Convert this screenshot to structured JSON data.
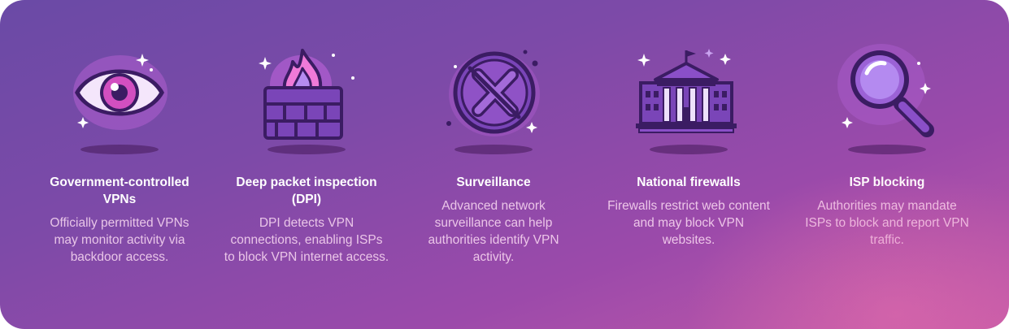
{
  "items": [
    {
      "title": "Government-controlled VPNs",
      "description": "Officially permitted VPNs may monitor activity via backdoor access.",
      "icon": "eye-icon"
    },
    {
      "title": "Deep packet inspection (DPI)",
      "description": "DPI detects VPN connections, enabling ISPs to block VPN internet access.",
      "icon": "firewall-flame-icon"
    },
    {
      "title": "Surveillance",
      "description": "Advanced network surveillance can help authorities identify VPN activity.",
      "icon": "blocked-circle-icon"
    },
    {
      "title": "National firewalls",
      "description": "Firewalls restrict web content and may block VPN websites.",
      "icon": "government-building-icon"
    },
    {
      "title": "ISP blocking",
      "description": "Authorities may mandate ISPs to block and report VPN traffic.",
      "icon": "magnifying-glass-icon"
    }
  ],
  "colors": {
    "background_start": "#6a4aa6",
    "background_end": "#c45aa8",
    "icon_dark": "#3b1c63",
    "icon_purple": "#8a4fc8",
    "icon_light": "#c9a3f0",
    "icon_pink": "#e57bd6",
    "title": "#ffffff",
    "description": "#f5d8ef"
  }
}
